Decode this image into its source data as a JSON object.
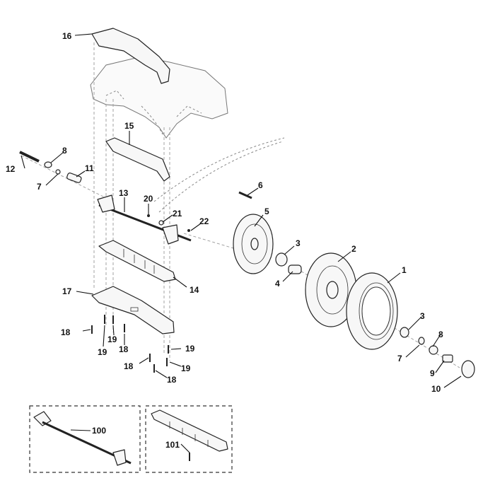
{
  "title": "",
  "callouts": [
    {
      "key": "16",
      "text": "16"
    },
    {
      "key": "15",
      "text": "15"
    },
    {
      "key": "8a",
      "text": "8"
    },
    {
      "key": "12",
      "text": "12"
    },
    {
      "key": "11",
      "text": "11"
    },
    {
      "key": "7a",
      "text": "7"
    },
    {
      "key": "13",
      "text": "13"
    },
    {
      "key": "20",
      "text": "20"
    },
    {
      "key": "21",
      "text": "21"
    },
    {
      "key": "22",
      "text": "22"
    },
    {
      "key": "6",
      "text": "6"
    },
    {
      "key": "5",
      "text": "5"
    },
    {
      "key": "3a",
      "text": "3"
    },
    {
      "key": "2",
      "text": "2"
    },
    {
      "key": "1",
      "text": "1"
    },
    {
      "key": "4",
      "text": "4"
    },
    {
      "key": "14",
      "text": "14"
    },
    {
      "key": "17",
      "text": "17"
    },
    {
      "key": "18a",
      "text": "18"
    },
    {
      "key": "19a",
      "text": "19"
    },
    {
      "key": "19b",
      "text": "19"
    },
    {
      "key": "18b",
      "text": "18"
    },
    {
      "key": "19c",
      "text": "19"
    },
    {
      "key": "18c",
      "text": "18"
    },
    {
      "key": "19d",
      "text": "19"
    },
    {
      "key": "18d",
      "text": "18"
    },
    {
      "key": "3b",
      "text": "3"
    },
    {
      "key": "8b",
      "text": "8"
    },
    {
      "key": "7b",
      "text": "7"
    },
    {
      "key": "9",
      "text": "9"
    },
    {
      "key": "10",
      "text": "10"
    },
    {
      "key": "100",
      "text": "100"
    },
    {
      "key": "101",
      "text": "101"
    }
  ]
}
